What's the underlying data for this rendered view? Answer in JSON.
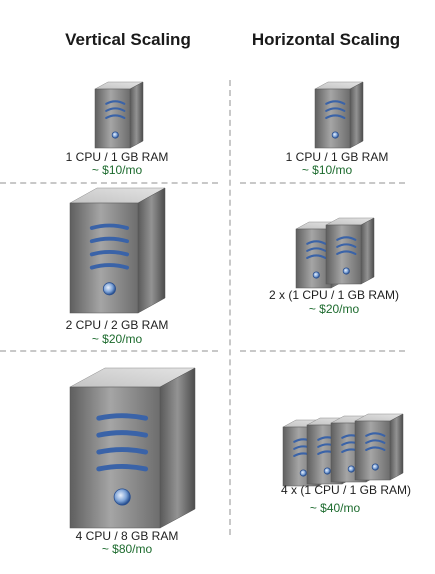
{
  "headings": {
    "vertical": "Vertical Scaling",
    "horizontal": "Horizontal Scaling"
  },
  "rows": [
    {
      "vertical": {
        "spec": "1 CPU / 1 GB RAM",
        "price": "~ $10/mo",
        "servers": 1
      },
      "horizontal": {
        "spec": "1 CPU / 1 GB RAM",
        "price": "~ $10/mo",
        "servers": 1
      }
    },
    {
      "vertical": {
        "spec": "2 CPU / 2 GB RAM",
        "price": "~ $20/mo",
        "servers": 1
      },
      "horizontal": {
        "spec": "2 x (1 CPU / 1 GB RAM)",
        "price": "~ $20/mo",
        "servers": 2
      }
    },
    {
      "vertical": {
        "spec": "4 CPU / 8 GB RAM",
        "price": "~ $80/mo",
        "servers": 1
      },
      "horizontal": {
        "spec": "4 x (1 CPU / 1 GB RAM)",
        "price": "~ $40/mo",
        "servers": 4
      }
    }
  ],
  "colors": {
    "server_body": "#8a8a8a",
    "server_stripe": "#3a63a8",
    "price_text": "#1d6b2e",
    "divider": "#c8c8c8"
  }
}
